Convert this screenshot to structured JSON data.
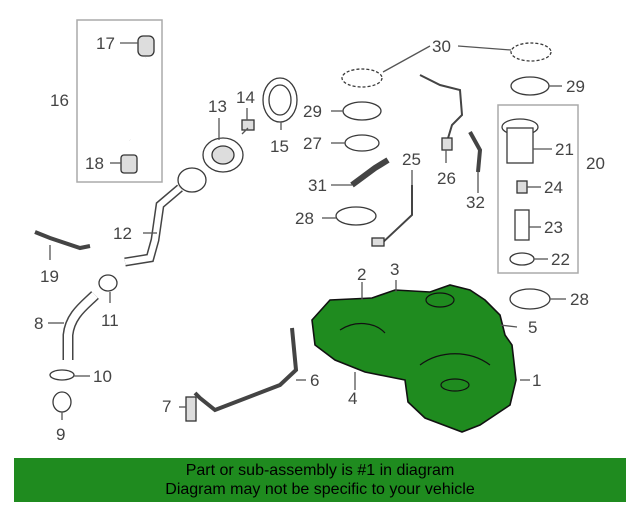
{
  "diagram": {
    "callouts": [
      "1",
      "2",
      "3",
      "4",
      "5",
      "6",
      "7",
      "8",
      "9",
      "10",
      "11",
      "12",
      "13",
      "14",
      "15",
      "16",
      "17",
      "18",
      "19",
      "20",
      "21",
      "22",
      "23",
      "24",
      "25",
      "26",
      "27",
      "28",
      "28",
      "29",
      "29",
      "30",
      "31",
      "32"
    ],
    "highlight_color": "#1f8b1f"
  },
  "banner": {
    "line1": "Part or sub-assembly is #1 in diagram",
    "line2": "Diagram may not be specific to your vehicle",
    "background": "#1f8b1f"
  }
}
